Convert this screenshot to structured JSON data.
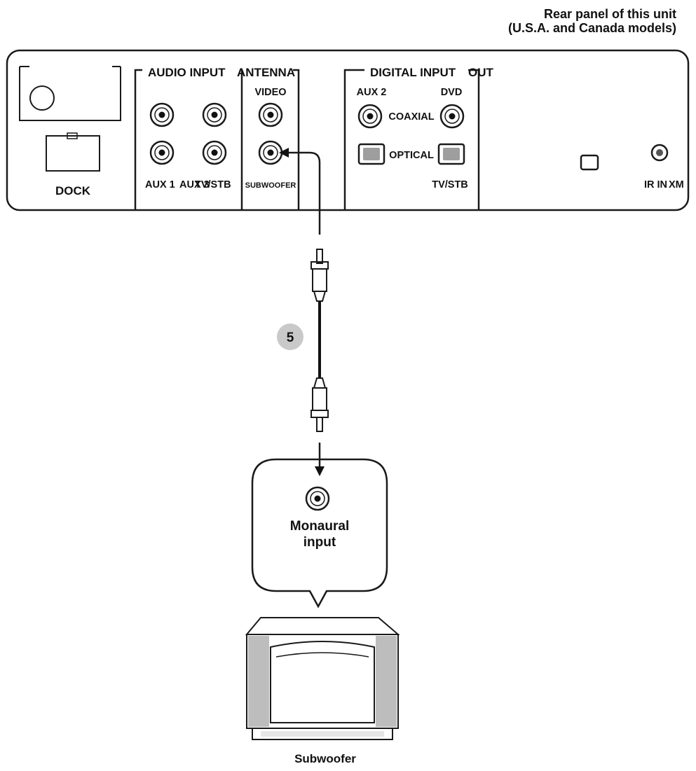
{
  "caption": {
    "line1": "Rear panel of this unit",
    "line2": "(U.S.A. and Canada models)"
  },
  "panel": {
    "dock_label": "DOCK",
    "audio_input": {
      "title": "AUDIO INPUT",
      "labels": [
        "AUX 1",
        "AUX 3",
        "TV/STB"
      ]
    },
    "antenna": {
      "title": "ANTENNA",
      "video_label": "VIDEO",
      "subwoofer_label": "SUBWOOFER"
    },
    "digital_input": {
      "title": "DIGITAL INPUT",
      "out_title": "OUT",
      "aux2_label": "AUX 2",
      "dvd_label": "DVD",
      "coaxial_label": "COAXIAL",
      "optical_label": "OPTICAL",
      "tvstb_label": "TV/STB"
    },
    "ir_label": "IR IN",
    "xm_label": "XM"
  },
  "cable": {
    "step_number": "5"
  },
  "subwoofer": {
    "input_label_line1": "Monaural",
    "input_label_line2": "input",
    "name": "Subwoofer"
  }
}
